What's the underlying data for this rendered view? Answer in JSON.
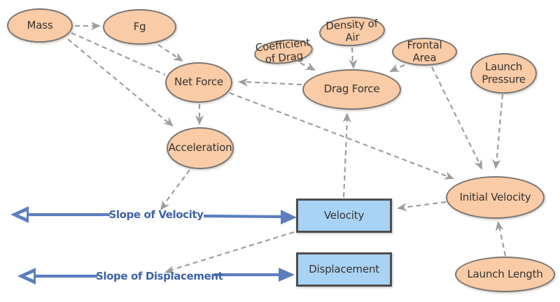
{
  "diagram": {
    "background": "#FFFFFF",
    "node_fill": "#F9CBA6",
    "node_border": "#7B7672",
    "box_fill": "#A9D3F4",
    "box_border": "#4E4E4E",
    "connector_color": "#9E9E9E",
    "accent_blue": "#5B7EBE",
    "accent_text_blue": "#3F63A8"
  },
  "nodes": {
    "mass": {
      "label": "Mass",
      "shape": "ellipse"
    },
    "fg": {
      "label": "Fg",
      "shape": "ellipse"
    },
    "coefficient_of_drag": {
      "label": "Coefficient\nof Drag",
      "shape": "ellipse"
    },
    "density_of_air": {
      "label": "Density of\nAir",
      "shape": "ellipse"
    },
    "frontal_area": {
      "label": "Frontal\nArea",
      "shape": "ellipse"
    },
    "launch_pressure": {
      "label": "Launch\nPressure",
      "shape": "ellipse"
    },
    "net_force": {
      "label": "Net Force",
      "shape": "ellipse"
    },
    "drag_force": {
      "label": "Drag Force",
      "shape": "ellipse"
    },
    "acceleration": {
      "label": "Acceleration",
      "shape": "ellipse"
    },
    "initial_velocity": {
      "label": "Initial Velocity",
      "shape": "ellipse"
    },
    "launch_length": {
      "label": "Launch Length",
      "shape": "ellipse"
    },
    "velocity": {
      "label": "Velocity",
      "shape": "rectangle"
    },
    "displacement": {
      "label": "Displacement",
      "shape": "rectangle"
    }
  },
  "slope_labels": {
    "slope_of_velocity": "Slope of Velocity",
    "slope_of_displacement": "Slope of Displacement"
  },
  "edges": [
    {
      "from": "Mass",
      "to": "Fg",
      "style": "dashed-arrow"
    },
    {
      "from": "Mass",
      "to": "Net Force",
      "style": "dashed"
    },
    {
      "from": "Mass",
      "to": "Acceleration",
      "style": "dashed-arrow"
    },
    {
      "from": "Fg",
      "to": "Net Force",
      "style": "dashed-arrow"
    },
    {
      "from": "Coefficient of Drag",
      "to": "Drag Force",
      "style": "dashed-arrow"
    },
    {
      "from": "Density of Air",
      "to": "Drag Force",
      "style": "dashed-arrow"
    },
    {
      "from": "Frontal Area",
      "to": "Drag Force",
      "style": "dashed-arrow"
    },
    {
      "from": "Drag Force",
      "to": "Net Force",
      "style": "dashed-arrow"
    },
    {
      "from": "Net Force",
      "to": "Acceleration",
      "style": "dashed-arrow"
    },
    {
      "from": "Net Force",
      "to": "Initial Velocity",
      "style": "dashed-arrow"
    },
    {
      "from": "Frontal Area",
      "to": "Initial Velocity",
      "style": "dashed-arrow"
    },
    {
      "from": "Launch Pressure",
      "to": "Initial Velocity",
      "style": "dashed-arrow"
    },
    {
      "from": "Launch Length",
      "to": "Initial Velocity",
      "style": "dashed-arrow"
    },
    {
      "from": "Initial Velocity",
      "to": "Velocity",
      "style": "dashed-arrow"
    },
    {
      "from": "Velocity",
      "to": "Drag Force",
      "style": "dashed-arrow"
    },
    {
      "from": "Acceleration",
      "to": "Slope of Velocity",
      "style": "dashed-arrow"
    },
    {
      "from": "Velocity",
      "to": "Slope of Displacement",
      "style": "dashed-arrow"
    },
    {
      "from": "Slope of Velocity",
      "to": "Velocity",
      "style": "blue-solid-arrow"
    },
    {
      "from": "Slope of Velocity",
      "to": "left-edge",
      "style": "blue-solid-arrow"
    },
    {
      "from": "Slope of Displacement",
      "to": "Displacement",
      "style": "blue-solid-arrow"
    },
    {
      "from": "Slope of Displacement",
      "to": "left-edge",
      "style": "blue-solid-arrow"
    }
  ]
}
